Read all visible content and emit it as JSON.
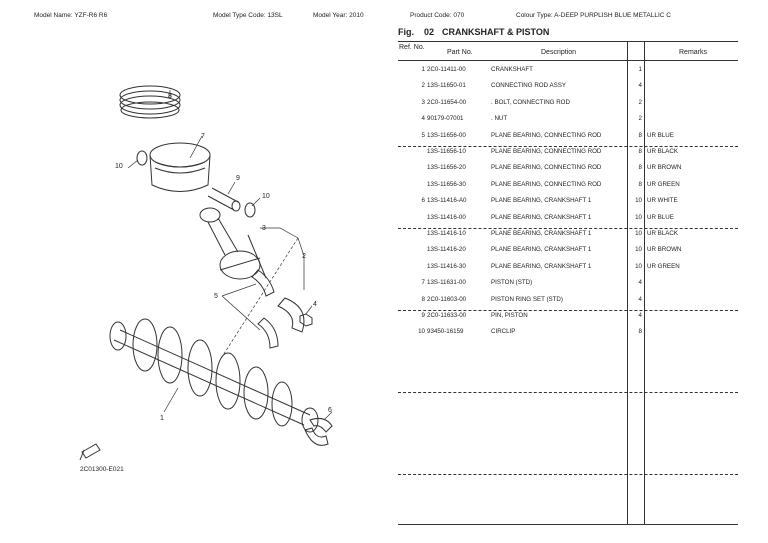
{
  "header": {
    "model_name": "Model Name:  YZF-R6 R6",
    "model_type_code": "Model Type Code:  13SL",
    "model_year": "Model Year:  2010",
    "product_code": "Product Code:  070",
    "colour_type": "Colour Type:  A-DEEP PURPLISH BLUE METALLIC C"
  },
  "figure": {
    "label": "Fig.",
    "number": "02",
    "title": "CRANKSHAFT & PISTON",
    "diagram_code": "2C01300-E021",
    "callouts": [
      "1",
      "2",
      "3",
      "4",
      "5",
      "6",
      "7",
      "8",
      "9",
      "10",
      "10"
    ]
  },
  "table": {
    "headers": {
      "ref": "Ref. No.",
      "part": "Part No.",
      "desc": "Description",
      "remarks": "Remarks"
    },
    "rows": [
      {
        "ref": "1",
        "part": "2C0-11411-00",
        "desc": "CRANKSHAFT",
        "qty": "1",
        "remarks": ""
      },
      {
        "ref": "2",
        "part": "13S-11650-01",
        "desc": "CONNECTING ROD ASSY",
        "qty": "4",
        "remarks": ""
      },
      {
        "ref": "3",
        "part": "2C0-11654-00",
        "desc": ". BOLT, CONNECTING ROD",
        "qty": "2",
        "remarks": ""
      },
      {
        "ref": "4",
        "part": "90179-07001",
        "desc": ". NUT",
        "qty": "2",
        "remarks": ""
      },
      {
        "ref": "5",
        "part": "13S-11656-00",
        "desc": "PLANE BEARING, CONNECTING ROD",
        "qty": "8",
        "remarks": "UR BLUE"
      },
      {
        "ref": "",
        "part": "13S-11656-10",
        "desc": "PLANE BEARING, CONNECTING ROD",
        "qty": "8",
        "remarks": "UR BLACK"
      },
      {
        "ref": "",
        "part": "13S-11656-20",
        "desc": "PLANE BEARING, CONNECTING ROD",
        "qty": "8",
        "remarks": "UR BROWN"
      },
      {
        "ref": "",
        "part": "13S-11656-30",
        "desc": "PLANE BEARING, CONNECTING ROD",
        "qty": "8",
        "remarks": "UR GREEN"
      },
      {
        "ref": "6",
        "part": "13S-11416-A0",
        "desc": "PLANE BEARING, CRANKSHAFT 1",
        "qty": "10",
        "remarks": "UR WHITE"
      },
      {
        "ref": "",
        "part": "13S-11416-00",
        "desc": "PLANE BEARING, CRANKSHAFT 1",
        "qty": "10",
        "remarks": "UR BLUE"
      },
      {
        "ref": "",
        "part": "13S-11416-10",
        "desc": "PLANE BEARING, CRANKSHAFT 1",
        "qty": "10",
        "remarks": "UR BLACK"
      },
      {
        "ref": "",
        "part": "13S-11416-20",
        "desc": "PLANE BEARING, CRANKSHAFT 1",
        "qty": "10",
        "remarks": "UR BROWN"
      },
      {
        "ref": "",
        "part": "13S-11416-30",
        "desc": "PLANE BEARING, CRANKSHAFT 1",
        "qty": "10",
        "remarks": "UR GREEN"
      },
      {
        "ref": "7",
        "part": "13S-11631-00",
        "desc": "PISTON (STD)",
        "qty": "4",
        "remarks": ""
      },
      {
        "ref": "8",
        "part": "2C0-11603-00",
        "desc": "PISTON RING SET (STD)",
        "qty": "4",
        "remarks": ""
      },
      {
        "ref": "9",
        "part": "2C0-11633-00",
        "desc": "PIN, PISTON",
        "qty": "4",
        "remarks": ""
      },
      {
        "ref": "10",
        "part": "93450-16159",
        "desc": "CIRCLIP",
        "qty": "8",
        "remarks": ""
      }
    ]
  }
}
